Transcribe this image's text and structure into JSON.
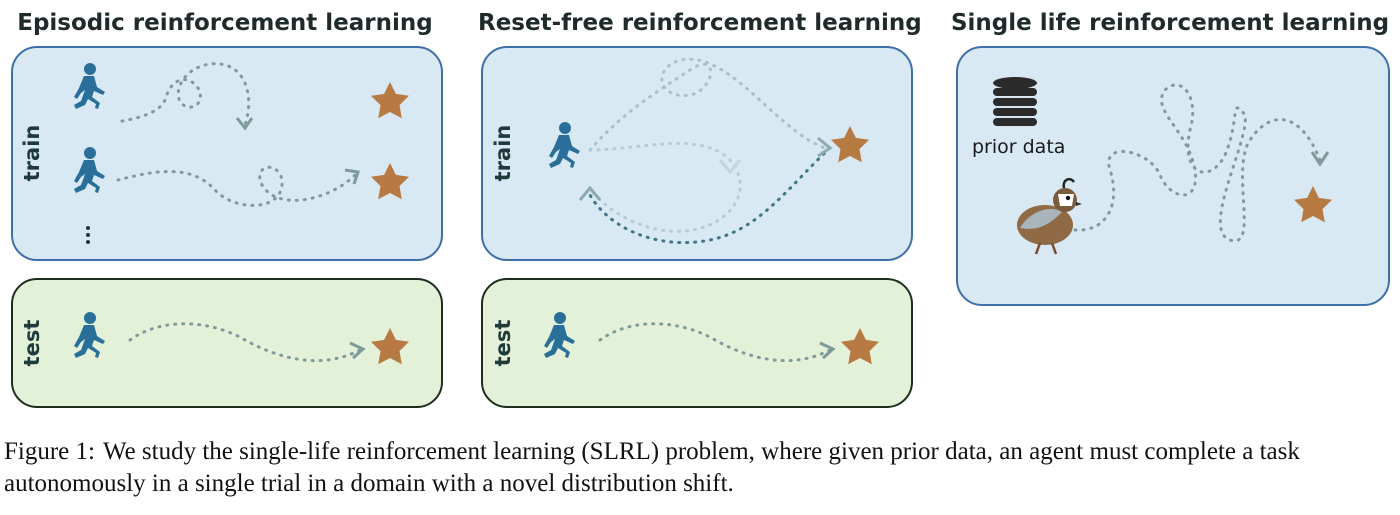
{
  "columns": [
    {
      "title": "Episodic reinforcement learning"
    },
    {
      "title": "Reset-free reinforcement learning"
    },
    {
      "title": "Single life reinforcement learning"
    }
  ],
  "labels": {
    "train": "train",
    "test": "test",
    "prior_data": "prior data"
  },
  "caption": {
    "label": "Figure 1:",
    "text": "We study the single-life reinforcement learning (SLRL) problem, where given prior data, an agent must complete a task autonomously in a single trial in a domain with a novel distribution shift."
  },
  "icons": [
    "running-person-icon",
    "star-icon",
    "database-icon",
    "quail-icon",
    "arrowhead-icon",
    "ellipsis-icon"
  ],
  "colors": {
    "train_fill": "#d8e9f3",
    "train_border": "#3f6fa9",
    "test_fill": "#e3f1d9",
    "test_border": "#1e2e1e",
    "runner": "#2a6f9a",
    "star": "#b87a43",
    "path": "#6f8f8f"
  }
}
